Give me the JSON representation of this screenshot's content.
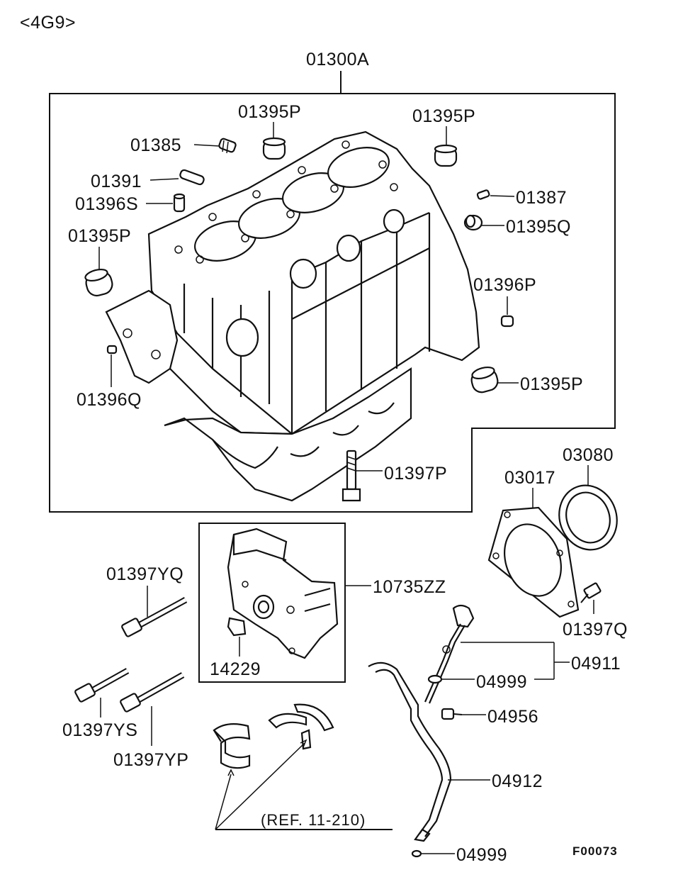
{
  "engine_code": "<4G9>",
  "figure_code": "F00073",
  "ref_note": "(REF. 11-210)",
  "parts": {
    "p01300A": "01300A",
    "p01395P_a": "01395P",
    "p01395P_b": "01395P",
    "p01395P_c": "01395P",
    "p01395P_d": "01395P",
    "p01385": "01385",
    "p01391": "01391",
    "p01396S": "01396S",
    "p01387": "01387",
    "p01395Q": "01395Q",
    "p01396P": "01396P",
    "p01396Q": "01396Q",
    "p01397P": "01397P",
    "p03080": "03080",
    "p03017": "03017",
    "p01397Q": "01397Q",
    "p01397YQ": "01397YQ",
    "p10735ZZ": "10735ZZ",
    "p14229": "14229",
    "p04911": "04911",
    "p04999_a": "04999",
    "p04956": "04956",
    "p01397YS": "01397YS",
    "p01397YP": "01397YP",
    "p04912": "04912",
    "p04999_b": "04999"
  }
}
